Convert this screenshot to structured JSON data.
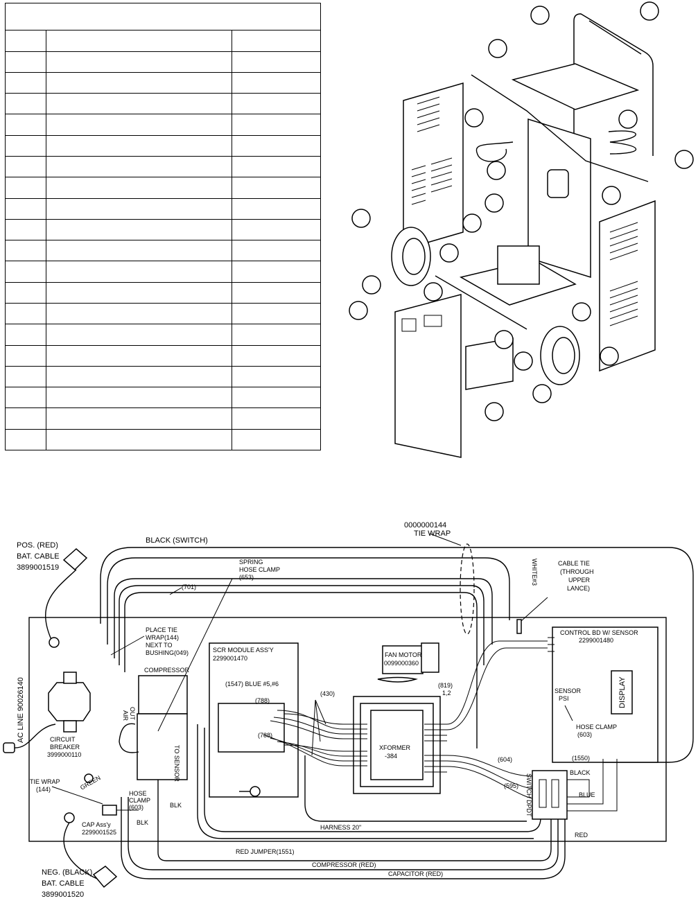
{
  "parts_table": {
    "header_title": "",
    "column_headers": [
      "",
      "",
      ""
    ],
    "row_count": 19
  },
  "wiring_labels": {
    "black_switch": "BLACK (SWITCH)",
    "tie_wrap_part_number": "0000000144",
    "tie_wrap_title": "TIE WRAP",
    "pos_cable_line1": "POS. (RED)",
    "pos_cable_line2": "BAT. CABLE",
    "pos_cable_part": "3899001519",
    "wire_701": "(701)",
    "spring_clamp_line1": "SPRING",
    "spring_clamp_line2": "HOSE CLAMP",
    "spring_clamp_part": "(653)",
    "white_3": "WHITE#3",
    "cable_tie_line1": "CABLE TIE",
    "cable_tie_line2": "(THROUGH",
    "cable_tie_line3": "UPPER",
    "cable_tie_line4": "LANCE)",
    "place_tie_line1": "PLACE TIE",
    "place_tie_line2": "WRAP(144)",
    "place_tie_line3": "NEXT TO",
    "place_tie_line4": "BUSHING(049)",
    "scr_module_title": "SCR MODULE ASS'Y",
    "scr_module_part": "2299001470",
    "control_bd_title": "CONTROL BD W/ SENSOR",
    "control_bd_part": "2299001480",
    "fan_motor_title": "FAN MOTOR",
    "fan_motor_part": "0099000360",
    "compressor": "COMPRESSOR",
    "blue_1547": "(1547) BLUE #5,#6",
    "wire_430": "(430)",
    "wire_819_line1": "(819)",
    "wire_819_line2": "1,2",
    "wire_788a": "(788)",
    "wire_788b": "(788)",
    "air_out_line1": "AIR",
    "air_out_line2": "OUT",
    "xformer_line1": "XFORMER",
    "xformer_line2": "-384",
    "sensor_psi_line1": "SENSOR",
    "sensor_psi_line2": "PSI",
    "hose_clamp_603": "HOSE CLAMP",
    "hose_clamp_603_part": "(603)",
    "display": "DISPLAY",
    "wire_1550": "(1550)",
    "wire_604": "(604)",
    "wire_595": "(595)",
    "black": "BLACK",
    "blue": "BLUE",
    "red": "RED",
    "switch_dpdt": "SWITCH DPDT",
    "circuit_breaker_line1": "CIRCUIT",
    "circuit_breaker_line2": "BREAKER",
    "circuit_breaker_part": "3999000110",
    "ac_line": "AC LINE 90026140",
    "green": "GREEN",
    "tie_wrap_144_line1": "TIE WRAP",
    "tie_wrap_144_line2": "(144)",
    "hose_clamp_left_line1": "HOSE",
    "hose_clamp_left_line2": "CLAMP",
    "hose_clamp_left_part": "(603)",
    "to_sensor": "TO SENSOR",
    "blk": "BLK",
    "cap_assy_title": "CAP Ass'y",
    "cap_assy_part": "2299001525",
    "harness": "HARNESS 20\"",
    "red_jumper": "RED JUMPER(1551)",
    "compressor_red": "COMPRESSOR (RED)",
    "capacitor_red": "CAPACITOR (RED)",
    "neg_cable_line1": "NEG. (BLACK)",
    "neg_cable_line2": "BAT. CABLE",
    "neg_cable_part": "3899001520"
  }
}
